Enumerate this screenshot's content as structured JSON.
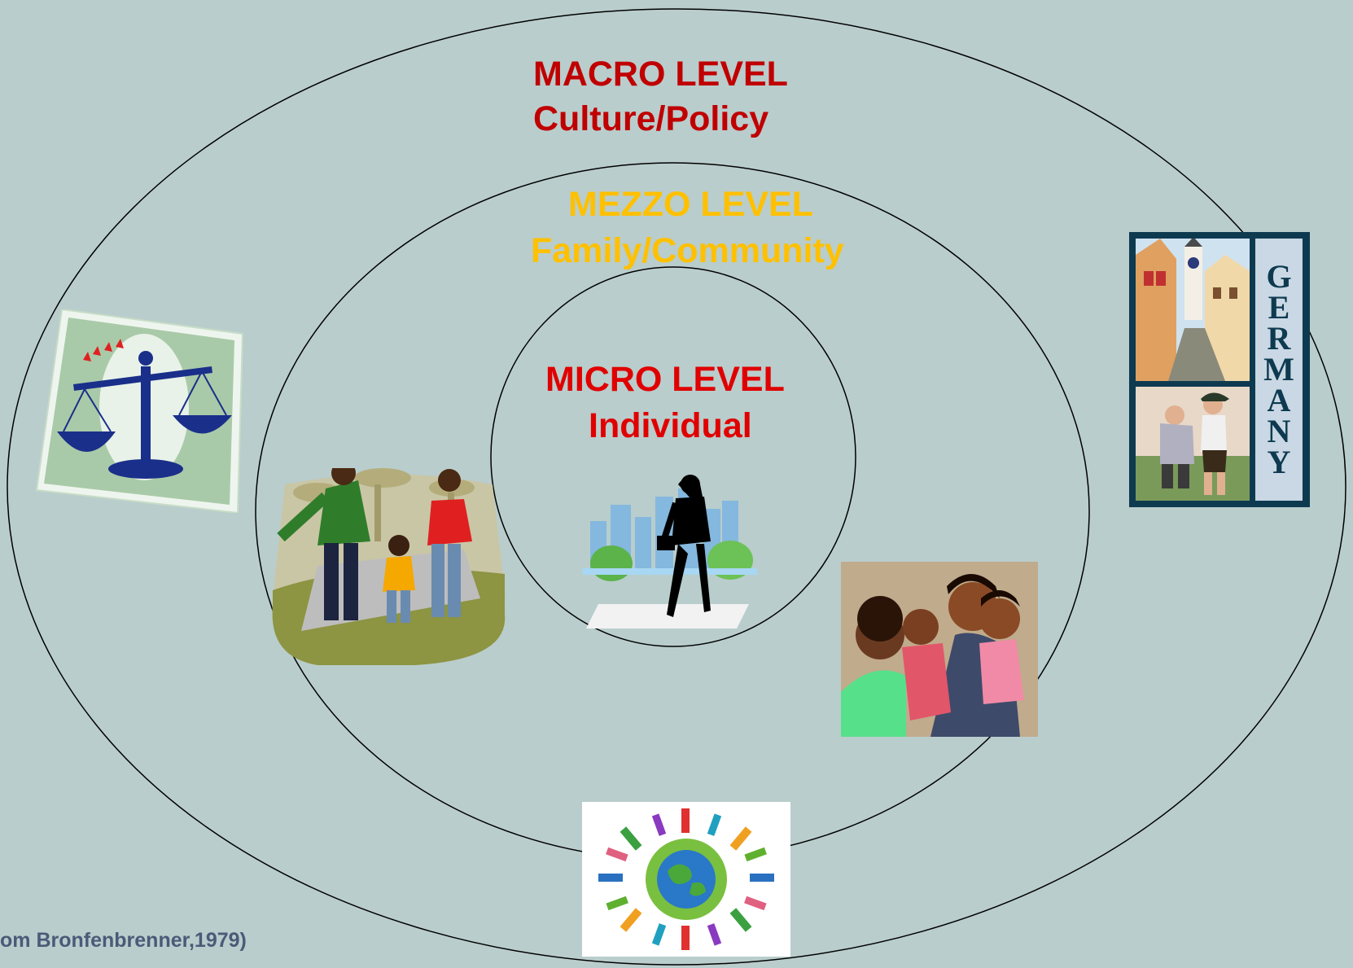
{
  "levels": {
    "macro": {
      "title": "MACRO LEVEL",
      "subtitle": "Culture/Policy",
      "color": "#c00000"
    },
    "mezzo": {
      "title": "MEZZO LEVEL",
      "subtitle": "Family/Community",
      "color": "#ffc000"
    },
    "micro": {
      "title": "MICRO LEVEL",
      "subtitle": "Individual",
      "color": "#e00000"
    }
  },
  "icons": [
    "scales-of-justice-icon",
    "family-walking-icon",
    "businesswoman-city-icon",
    "family-portrait-icon",
    "germany-poster-icon",
    "global-community-icon"
  ],
  "germany_letters": [
    "G",
    "E",
    "R",
    "M",
    "A",
    "N",
    "Y"
  ],
  "citation": "om  Bronfenbrenner,1979)",
  "colors": {
    "background": "#b9cdcc",
    "citation": "#4b5a78",
    "outline": "#000000"
  }
}
